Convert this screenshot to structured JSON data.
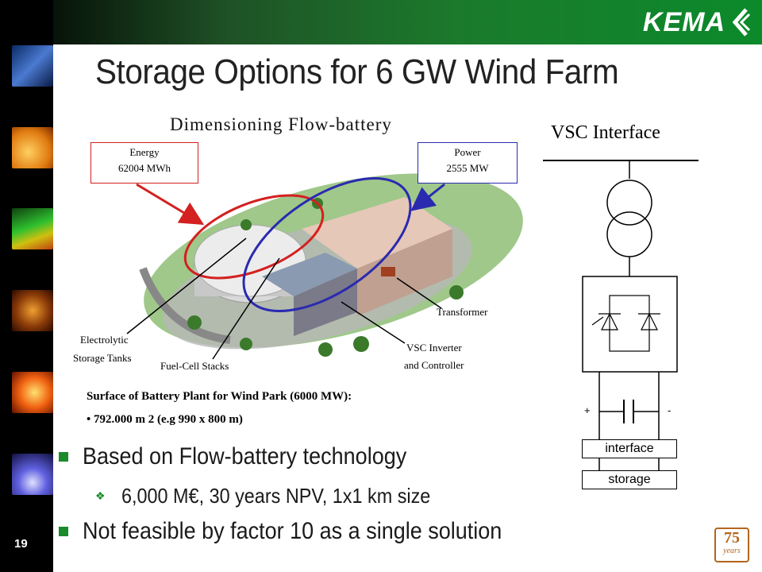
{
  "slide": {
    "title": "Storage Options for 6 GW Wind Farm",
    "page_number": "19",
    "logo_text": "KEMA",
    "anniversary_badge": {
      "number": "75",
      "word": "years"
    }
  },
  "diagram": {
    "heading": "Dimensioning Flow-battery",
    "energy_box": {
      "title": "Energy",
      "value": "62004 MWh"
    },
    "power_box": {
      "title": "Power",
      "value": "2555 MW"
    },
    "labels": {
      "transformer": "Transformer",
      "tanks_1": "Electrolytic",
      "tanks_2": "Storage Tanks",
      "fuel_cell": "Fuel-Cell Stacks",
      "vsc_1": "VSC Inverter",
      "vsc_2": "and Controller"
    },
    "surface_line": "Surface of Battery Plant for Wind Park (6000 MW):",
    "surface_value": "• 792.000 m 2 (e.g 990 x 800 m)"
  },
  "circuit": {
    "header": "VSC Interface",
    "plus": "+",
    "minus": "-",
    "interface_label": "interface",
    "storage_label": "storage"
  },
  "bullets": [
    {
      "level": 1,
      "text": "Based on Flow-battery technology"
    },
    {
      "level": 2,
      "text": "6,000 M€, 30 years NPV, 1x1 km size"
    },
    {
      "level": 1,
      "text": "Not feasible by factor 10 as a single solution"
    }
  ],
  "colors": {
    "brand_green": "#1a8a2a",
    "energy_ring": "#d42020",
    "power_ring": "#2a2ab0"
  }
}
